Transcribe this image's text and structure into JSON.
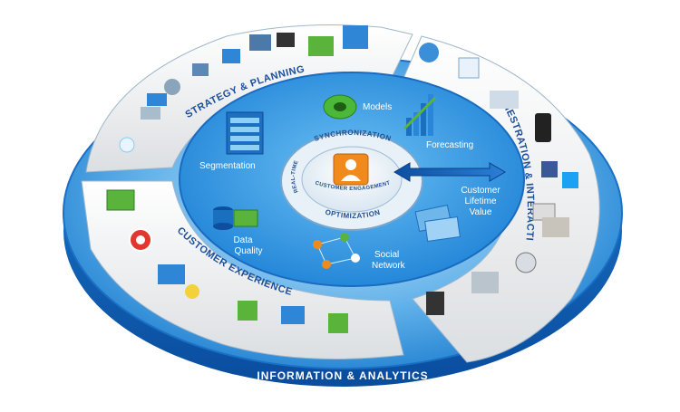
{
  "base": {
    "label": "INFORMATION & ANALYTICS"
  },
  "hub": {
    "top": "SYNCHRONIZATION",
    "bottom": "OPTIMIZATION",
    "left": "REAL-TIME",
    "center": "CUSTOMER ENGAGEMENT"
  },
  "outer_ring": {
    "strategy": "STRATEGY & PLANNING",
    "orchestration": "ORCHESTRATION & INTERACTION",
    "experience": "CUSTOMER EXPERIENCE"
  },
  "inner_nodes": {
    "models": "Models",
    "forecasting": "Forecasting",
    "segmentation": "Segmentation",
    "data_quality_1": "Data",
    "data_quality_2": "Quality",
    "social_1": "Social",
    "social_2": "Network",
    "clv_1": "Customer",
    "clv_2": "Lifetime",
    "clv_3": "Value"
  },
  "colors": {
    "ring_blue": "#2f8fd8",
    "light_blue": "#8ccaf2",
    "dark_blue": "#0c4fa0",
    "segment_white": "#f4f5f6",
    "accent_orange": "#f08a1c",
    "accent_green": "#5ab43c"
  }
}
